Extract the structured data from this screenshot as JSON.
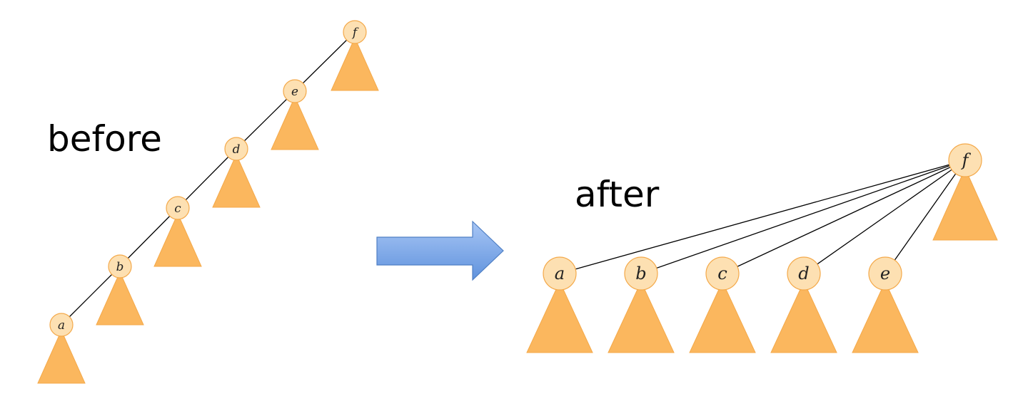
{
  "before": {
    "caption": "before",
    "nodes": [
      "f",
      "e",
      "d",
      "c",
      "b",
      "a"
    ]
  },
  "after": {
    "caption": "after",
    "root": "f",
    "children": [
      "a",
      "b",
      "c",
      "d",
      "e"
    ]
  },
  "colors": {
    "node_fill": "#fde0b2",
    "node_stroke": "#f4a94a",
    "subtree_fill": "#fbb75e",
    "arrow_top": "#a8c6f5",
    "arrow_bottom": "#5f92dd",
    "arrow_stroke": "#4f7fc4",
    "edge": "#000000"
  }
}
